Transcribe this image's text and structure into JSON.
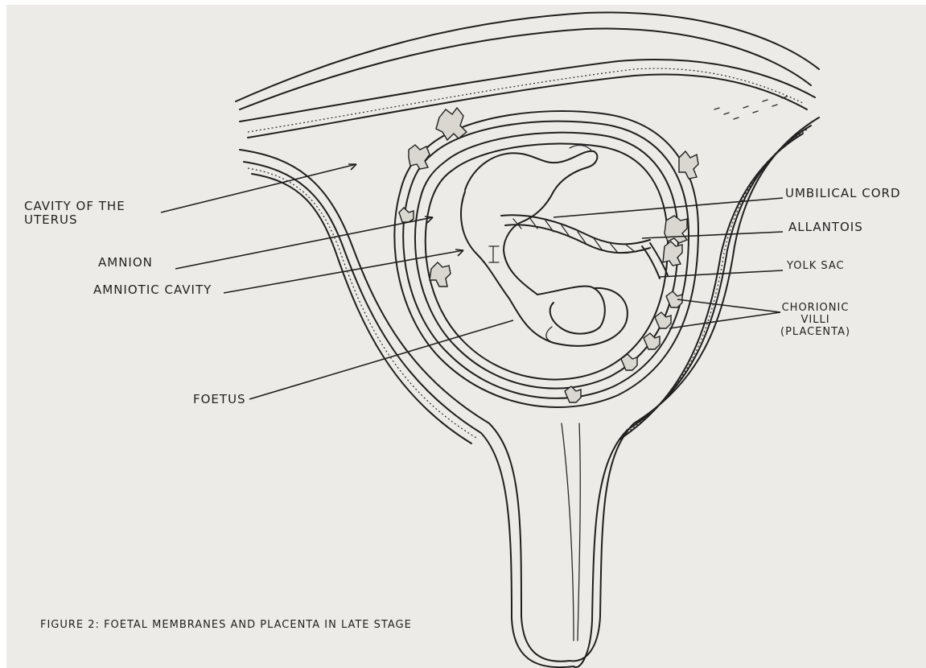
{
  "diagram": {
    "caption": "FIGURE 2: FOETAL MEMBRANES AND PLACENTA IN LATE STAGE",
    "labels": {
      "cavity_of_uterus_line1": "CAVITY OF THE",
      "cavity_of_uterus_line2": "UTERUS",
      "amnion": "AMNION",
      "amniotic_cavity": "AMNIOTIC CAVITY",
      "foetus": "FOETUS",
      "umbilical_cord": "UMBILICAL CORD",
      "allantois": "ALLANTOIS",
      "yolk_sac": "YOLK SAC",
      "chorionic_villi_line1": "CHORIONIC",
      "chorionic_villi_line2": "VILLI",
      "chorionic_villi_line3": "(PLACENTA)"
    },
    "colors": {
      "paper": "#ecebe7",
      "ink": "#1f1f1f"
    }
  }
}
